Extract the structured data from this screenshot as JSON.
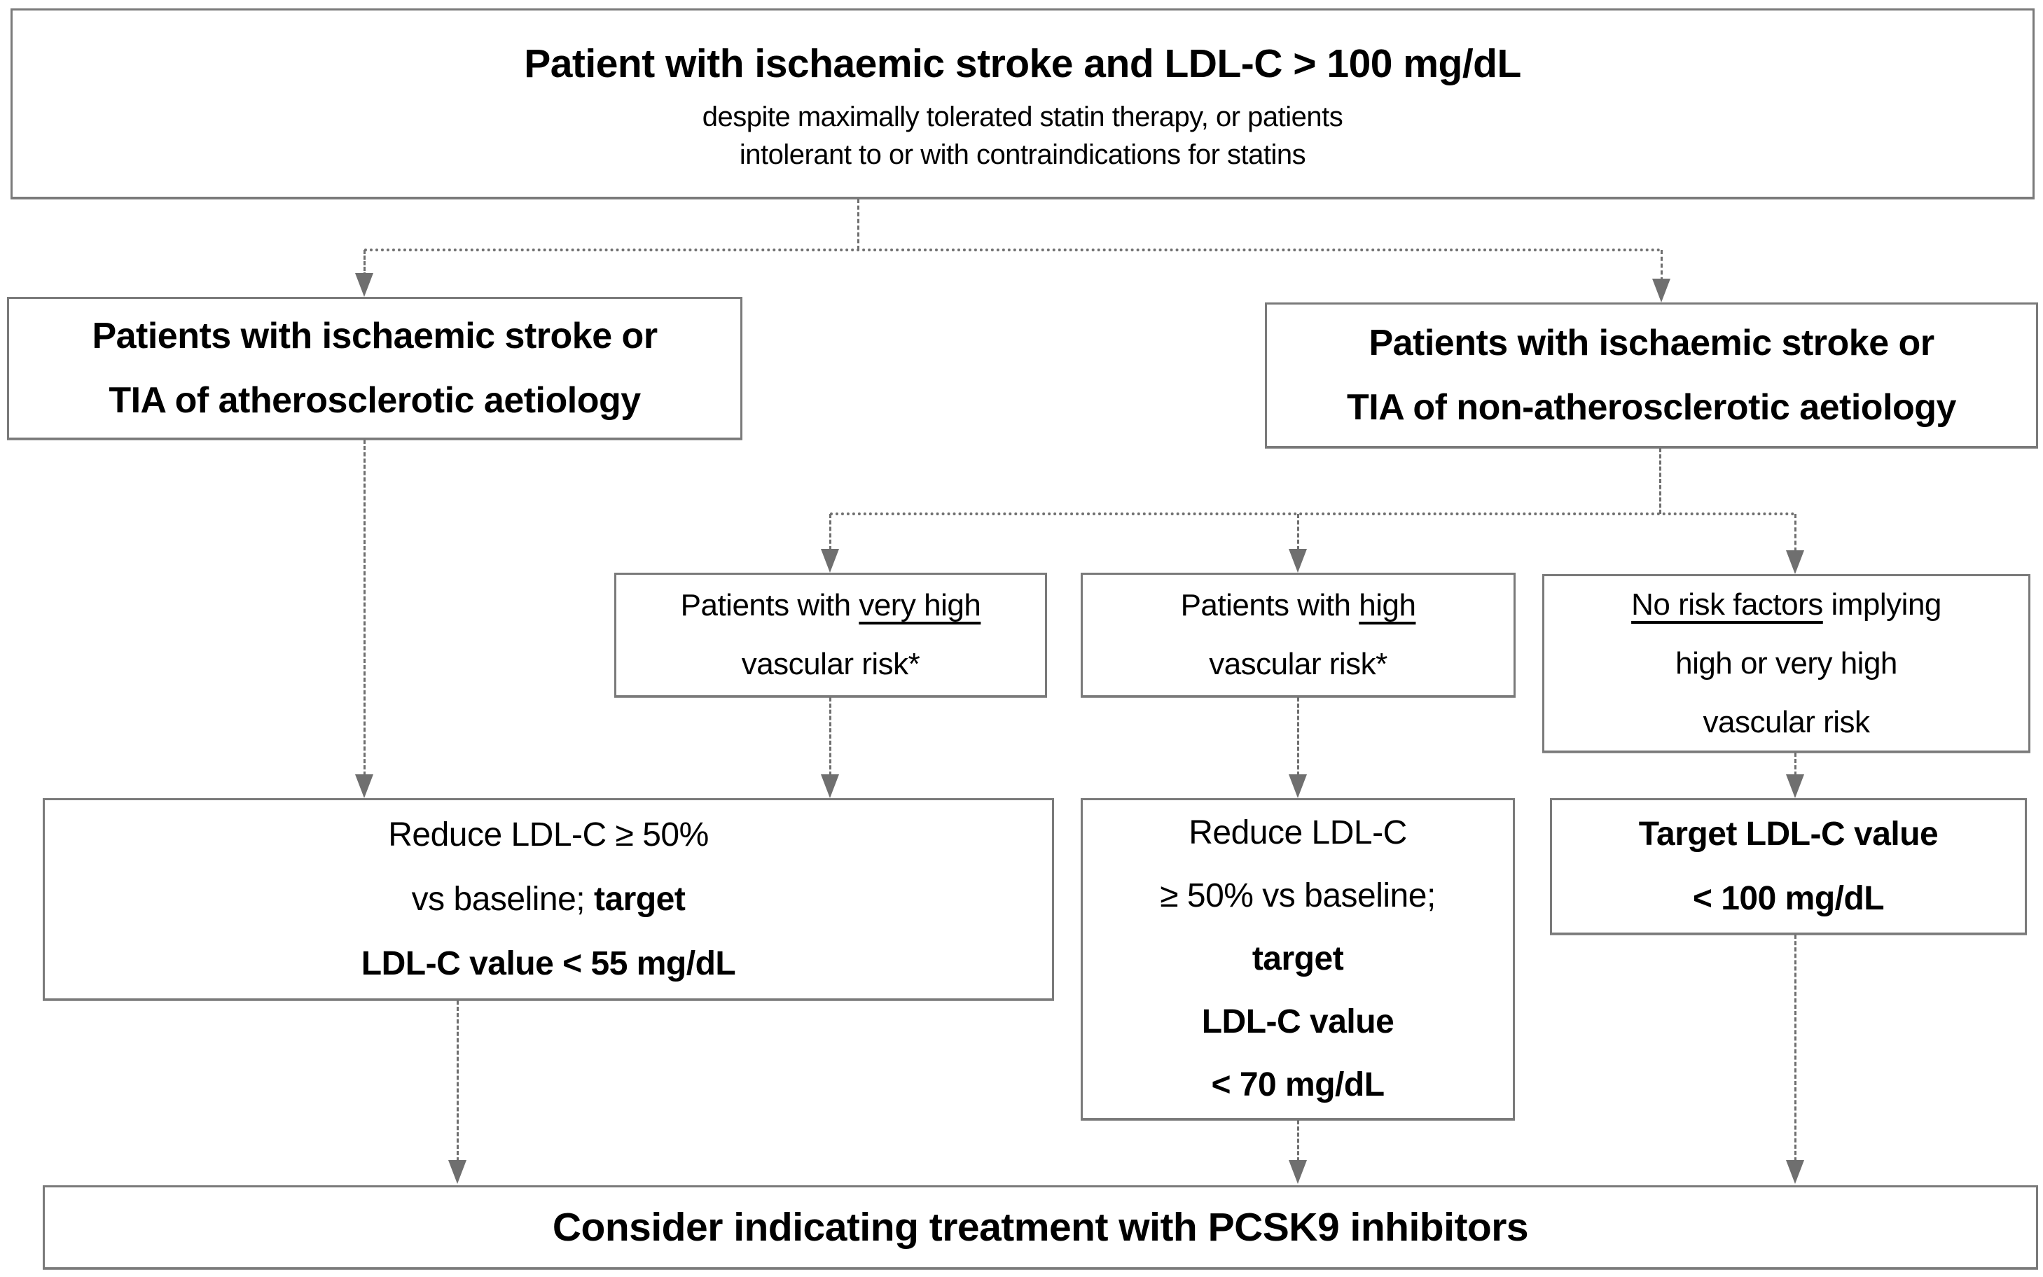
{
  "figure": {
    "type": "clinical-flowchart",
    "topic": "PCSK9 inhibitor indication after ischaemic stroke"
  },
  "styles": {
    "background": "#ffffff",
    "box_border_color": "#7a7a7a",
    "connector_color": "#6f6f6f",
    "text_color": "#000000"
  },
  "boxes": {
    "start": {
      "lines": [
        [
          {
            "t": "Patient with ischaemic stroke and LDL-C > 100 mg/dL",
            "b": 1
          }
        ],
        [
          {
            "t": "despite maximally tolerated statin therapy, or patients"
          }
        ],
        [
          {
            "t": "intolerant to or with contraindications for statins"
          }
        ]
      ]
    },
    "atherosclerotic": {
      "lines": [
        [
          {
            "t": "Patients with ischaemic stroke or",
            "b": 1
          }
        ],
        [
          {
            "t": "TIA of atherosclerotic aetiology",
            "b": 1
          }
        ]
      ]
    },
    "non_atherosclerotic": {
      "lines": [
        [
          {
            "t": "Patients with ischaemic stroke or",
            "b": 1
          }
        ],
        [
          {
            "t": "TIA of non-atherosclerotic aetiology",
            "b": 1
          }
        ]
      ]
    },
    "very_high_risk": {
      "lines": [
        [
          {
            "t": "Patients with "
          },
          {
            "t": "very high",
            "u": 1
          }
        ],
        [
          {
            "t": "vascular risk*"
          }
        ]
      ]
    },
    "high_risk": {
      "lines": [
        [
          {
            "t": "Patients with "
          },
          {
            "t": "high",
            "u": 1
          }
        ],
        [
          {
            "t": "vascular risk*"
          }
        ]
      ]
    },
    "no_risk_factors": {
      "lines": [
        [
          {
            "t": "No risk factors",
            "u": 1
          },
          {
            "t": " implying"
          }
        ],
        [
          {
            "t": "high or very high"
          }
        ],
        [
          {
            "t": "vascular risk"
          }
        ]
      ]
    },
    "target_55": {
      "lines": [
        [
          {
            "t": "Reduce LDL-C ≥ 50%"
          }
        ],
        [
          {
            "t": "vs baseline; "
          },
          {
            "t": "target",
            "b": 1
          }
        ],
        [
          {
            "t": "LDL-C value < 55 mg/dL",
            "b": 1
          }
        ]
      ]
    },
    "target_70": {
      "lines": [
        [
          {
            "t": "Reduce LDL-C"
          }
        ],
        [
          {
            "t": "≥ 50% vs baseline;"
          }
        ],
        [
          {
            "t": "target",
            "b": 1
          }
        ],
        [
          {
            "t": "LDL-C value",
            "b": 1
          }
        ],
        [
          {
            "t": "< 70 mg/dL",
            "b": 1
          }
        ]
      ]
    },
    "target_100": {
      "lines": [
        [
          {
            "t": "Target LDL-C value",
            "b": 1
          }
        ],
        [
          {
            "t": "< 100 mg/dL",
            "b": 1
          }
        ]
      ]
    },
    "pcsk9": {
      "lines": [
        [
          {
            "t": "Consider indicating treatment with PCSK9 inhibitors",
            "b": 1
          }
        ]
      ]
    }
  }
}
